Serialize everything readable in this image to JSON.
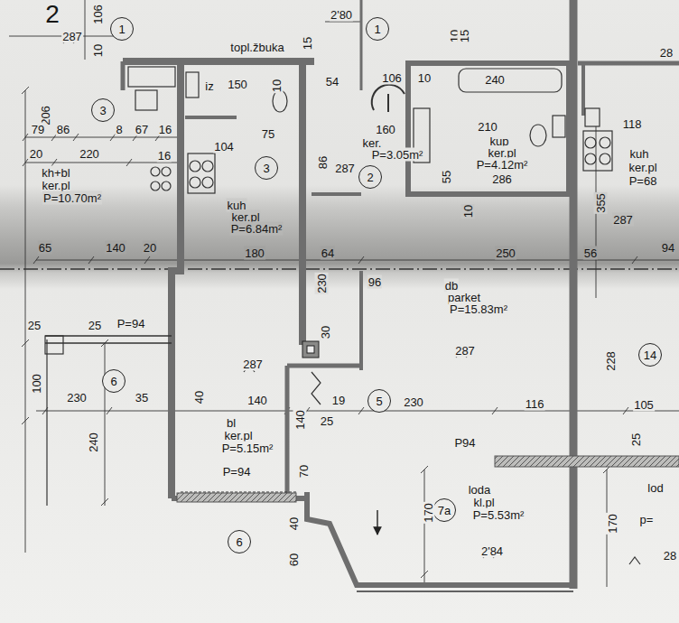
{
  "diagram": {
    "nodes": [
      {
        "text": [
          "1"
        ]
      },
      {
        "text": [
          "1"
        ]
      },
      {
        "text": [
          "3"
        ]
      },
      {
        "text": [
          "3"
        ]
      },
      {
        "text": [
          "2"
        ]
      },
      {
        "text": [
          "6"
        ]
      },
      {
        "text": [
          "5"
        ]
      },
      {
        "text": [
          "7a"
        ]
      },
      {
        "text": [
          "6"
        ]
      },
      {
        "text": [
          "14"
        ]
      }
    ],
    "labels": [
      "2",
      "287",
      "106",
      "10",
      "topl.žbuka",
      "15",
      "2'80",
      "106",
      "10",
      "10",
      "15",
      "240",
      "28",
      "118",
      "206",
      "79",
      "86",
      "8",
      "67",
      "16",
      "20",
      "220",
      "16",
      "iz",
      "150",
      "10",
      "54",
      "75",
      "104",
      "160",
      "ker.",
      "P=3.05m²",
      "210",
      "kup",
      "ker.pl",
      "P=4.12m²",
      "286",
      "287",
      "86",
      "55",
      "10",
      "kh+bl",
      "ker.pl",
      "P=10.70m²",
      "kuh",
      "ker.pl",
      "P=6.84m²",
      "kuh",
      "ker.pl",
      "P=68",
      "355",
      "287",
      "65",
      "140",
      "20",
      "180",
      "64",
      "250",
      "56",
      "94",
      "96",
      "230",
      "db",
      "parket",
      "P=15.83m²",
      "30",
      "25",
      "25",
      "P=94",
      "287",
      "287",
      "228",
      "100",
      "230",
      "35",
      "40",
      "140",
      "19",
      "230",
      "116",
      "105",
      "bl",
      "ker.pl",
      "P=5.15m²",
      "25",
      "140",
      "240",
      "P94",
      "25",
      "P=94",
      "70",
      "loda",
      "kl.pl",
      "P=5.53m²",
      "170",
      "170",
      "40",
      "60",
      "2'84",
      "lod",
      "p=",
      "28"
    ]
  }
}
